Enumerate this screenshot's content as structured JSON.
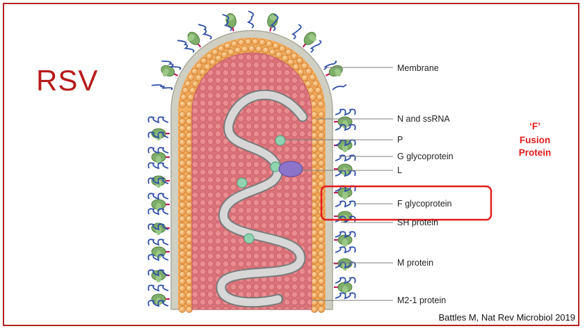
{
  "title": "RSV",
  "labels": {
    "membrane": "Membrane",
    "n_ssrna": "N and ssRNA",
    "p": "P",
    "g": "G glycoprotein",
    "l": "L",
    "f": "F glycoprotein",
    "sh": "SH protein",
    "m": "M protein",
    "m21": "M2-1 protein"
  },
  "note": {
    "quote": "‘F’",
    "line1": "Fusion",
    "line2": "Protein"
  },
  "citation": "Battles M,  Nat Rev Microbiol 2019",
  "colors": {
    "title": "#b71c1c",
    "frame": "#b22222",
    "highlight": "#e31b1b",
    "interior": "#d9727a",
    "m_beads": "#f3ad5e",
    "membrane": "#cfcfc4",
    "glycoprotein": "#7fae6a",
    "g_strands": "#2d4ea8",
    "p_dots": "#8fd3b0",
    "l_blob": "#8b74c9"
  }
}
